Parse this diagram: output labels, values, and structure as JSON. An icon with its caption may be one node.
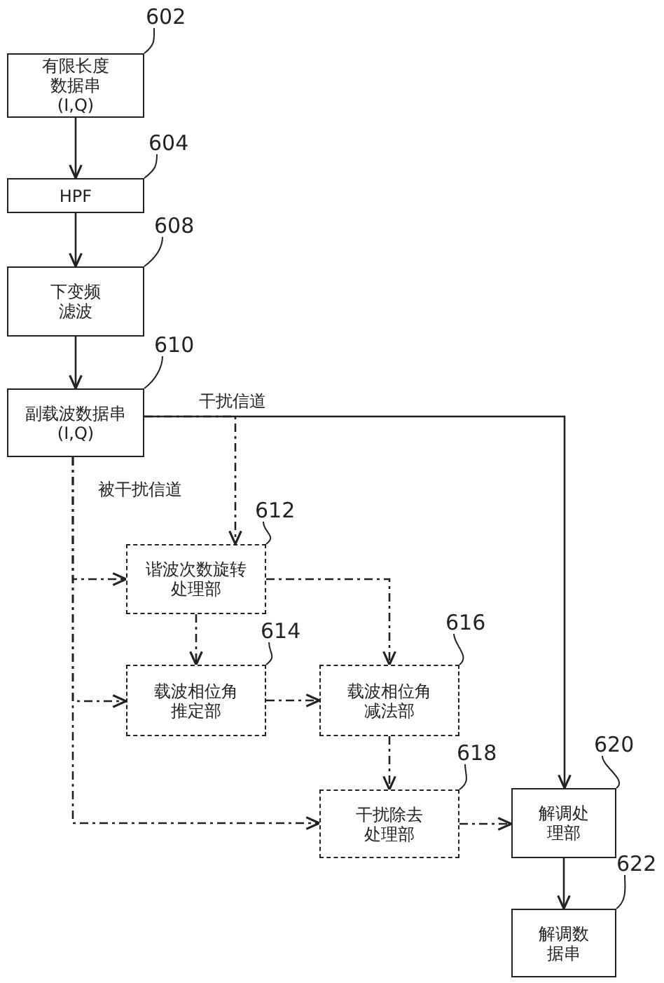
{
  "diagram": {
    "nodes": [
      {
        "text": [
          "有限长度数据串",
          "(I,Q)"
        ]
      },
      {
        "text": [
          "HPF"
        ]
      },
      {
        "text": [
          "下变频滤波"
        ]
      },
      {
        "text": [
          "副载波数据串",
          "(I,Q)"
        ]
      },
      {
        "text": [
          "谐波次数旋转处理部"
        ]
      },
      {
        "text": [
          "载波相位角推定部"
        ]
      },
      {
        "text": [
          "载波相位角减法部"
        ]
      },
      {
        "text": [
          "干扰除去处理部"
        ]
      },
      {
        "text": [
          "解调处理部"
        ]
      },
      {
        "text": [
          "解调数据串"
        ]
      },
      {
        "text": [
          "602"
        ]
      },
      {
        "text": [
          "604"
        ]
      },
      {
        "text": [
          "608"
        ]
      },
      {
        "text": [
          "610"
        ]
      },
      {
        "text": [
          "612"
        ]
      },
      {
        "text": [
          "614"
        ]
      },
      {
        "text": [
          "616"
        ]
      },
      {
        "text": [
          "618"
        ]
      },
      {
        "text": [
          "620"
        ]
      },
      {
        "text": [
          "622"
        ]
      }
    ],
    "edges": [
      {
        "from": 0,
        "to": 1,
        "arrow": "to"
      },
      {
        "from": 1,
        "to": 2,
        "arrow": "to"
      },
      {
        "from": 2,
        "to": 3,
        "arrow": "to"
      },
      {
        "from": 3,
        "to": 8,
        "arrow": "to",
        "label": "干扰信道"
      },
      {
        "from": 3,
        "to": 4,
        "arrow": "to",
        "style": "dashed"
      },
      {
        "from": 3,
        "to": 4,
        "arrow": "to",
        "style": "dashed",
        "label": "被干扰信道"
      },
      {
        "from": 3,
        "to": 5,
        "arrow": "to",
        "style": "dashed"
      },
      {
        "from": 3,
        "to": 7,
        "arrow": "to",
        "style": "dashed"
      },
      {
        "from": 4,
        "to": 5,
        "arrow": "to",
        "style": "dashed"
      },
      {
        "from": 4,
        "to": 6,
        "arrow": "to",
        "style": "dashed"
      },
      {
        "from": 5,
        "to": 6,
        "arrow": "to",
        "style": "dashed"
      },
      {
        "from": 6,
        "to": 7,
        "arrow": "to",
        "style": "dashed"
      },
      {
        "from": 7,
        "to": 8,
        "arrow": "to",
        "style": "dashed"
      },
      {
        "from": 8,
        "to": 9,
        "arrow": "to"
      },
      {
        "from": 10,
        "to": 0,
        "arrow": "none"
      },
      {
        "from": 11,
        "to": 1,
        "arrow": "none"
      },
      {
        "from": 12,
        "to": 2,
        "arrow": "none"
      },
      {
        "from": 13,
        "to": 3,
        "arrow": "none"
      },
      {
        "from": 14,
        "to": 4,
        "arrow": "none"
      },
      {
        "from": 15,
        "to": 5,
        "arrow": "none"
      },
      {
        "from": 16,
        "to": 6,
        "arrow": "none"
      },
      {
        "from": 17,
        "to": 7,
        "arrow": "none"
      },
      {
        "from": 18,
        "to": 8,
        "arrow": "none"
      },
      {
        "from": 19,
        "to": 9,
        "arrow": "none"
      }
    ]
  }
}
